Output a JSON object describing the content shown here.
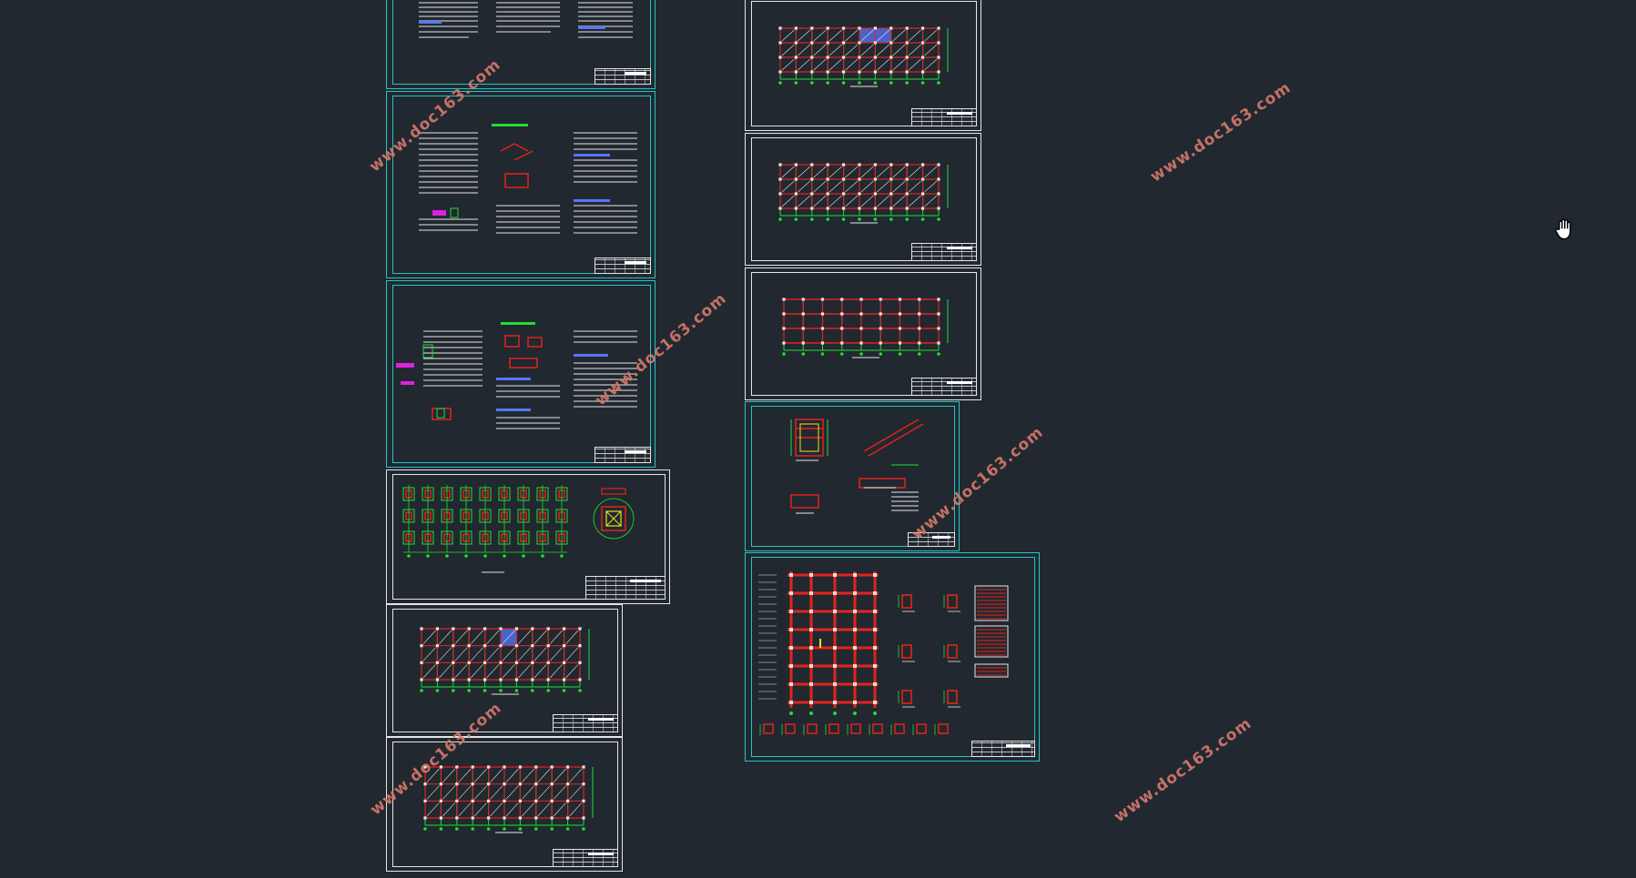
{
  "watermark": {
    "text": "www.doc163.com",
    "color": "#d6796b"
  },
  "colors": {
    "background": "#212830",
    "frame_white": "#e6e6e6",
    "frame_cyan": "#27c4c4",
    "beam_red": "#e2231a",
    "axis_green": "#22dd33",
    "note_blue": "#5577ff",
    "highlight_magenta": "#dd22dd",
    "yellow": "#f0e020"
  },
  "cursor": {
    "icon": "pan-hand-icon"
  },
  "sheets": [
    {
      "id": "notes-sheet-1",
      "kind": "notes"
    },
    {
      "id": "notes-sheet-2",
      "kind": "notes"
    },
    {
      "id": "notes-sheet-3",
      "kind": "notes"
    },
    {
      "id": "foundation-plan",
      "kind": "foundation"
    },
    {
      "id": "floor-plan-a",
      "kind": "plan"
    },
    {
      "id": "floor-plan-b",
      "kind": "plan"
    },
    {
      "id": "roof-plan-1",
      "kind": "plan"
    },
    {
      "id": "roof-plan-2",
      "kind": "plan"
    },
    {
      "id": "frame-grid-plan",
      "kind": "grid"
    },
    {
      "id": "stair-details",
      "kind": "details"
    },
    {
      "id": "frame-elevation",
      "kind": "elevation"
    }
  ]
}
